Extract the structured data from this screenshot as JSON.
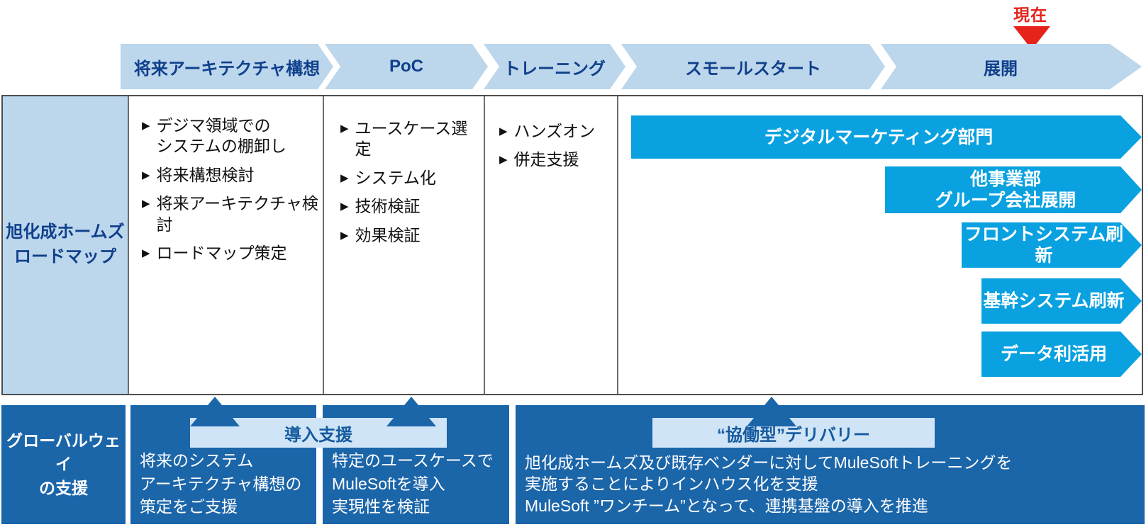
{
  "colors": {
    "light_blue": "#bcd6ec",
    "navy": "#10408c",
    "bright_blue": "#0aa1e0",
    "band_blue": "#1b65a9",
    "label_bg": "#cfe4f6",
    "label_text": "#155a9e",
    "red": "#e5231b"
  },
  "now_marker": {
    "label": "現在"
  },
  "stages": [
    {
      "label": "将来アーキテクチャ構想"
    },
    {
      "label": "PoC"
    },
    {
      "label": "トレーニング"
    },
    {
      "label": "スモールスタート"
    },
    {
      "label": "展開"
    }
  ],
  "roadmap": {
    "row_label": "旭化成ホームズ\nロードマップ",
    "columns": [
      {
        "items": [
          "デジマ領域での\nシステムの棚卸し",
          "将来構想検討",
          "将来アーキテクチャ検討",
          "ロードマップ策定"
        ]
      },
      {
        "items": [
          "ユースケース選定",
          "システム化",
          "技術検証",
          "効果検証"
        ]
      },
      {
        "items": [
          "ハンズオン",
          "併走支援"
        ]
      }
    ],
    "banners": [
      {
        "label": "デジタルマーケティング部門"
      },
      {
        "label": "他事業部\nグループ会社展開"
      },
      {
        "label": "フロントシステム刷新"
      },
      {
        "label": "基幹システム刷新"
      },
      {
        "label": "データ利活用"
      }
    ]
  },
  "support": {
    "row_label": "グローバルウェイ\nの支援",
    "intro_label": "導入支援",
    "delivery_label": "“協働型”デリバリー",
    "sections": [
      "将来のシステム\nアーキテクチャ構想の\n策定をご支援",
      "特定のユースケースで\nMuleSoftを導入\n実現性を検証",
      "旭化成ホームズ及び既存ベンダーに対してMuleSoftトレーニングを\n実施することによりインハウス化を支援\nMuleSoft ”ワンチーム”となって、連携基盤の導入を推進"
    ]
  }
}
